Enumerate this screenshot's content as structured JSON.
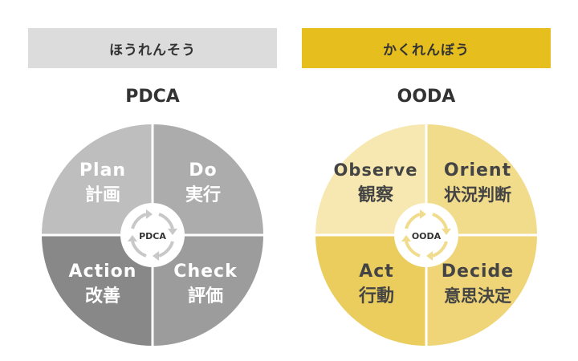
{
  "colors": {
    "banner_left": "#dcdcdc",
    "banner_right": "#e6bf1e",
    "pdca_quadrants": [
      "#bebebe",
      "#acacac",
      "#888888",
      "#9c9c9c"
    ],
    "ooda_quadrants": [
      "#f6e8b0",
      "#f1dc8c",
      "#ebcd5e",
      "#efd577"
    ],
    "center_arrow_pdca": "#c8c8c8",
    "center_arrow_ooda": "#f0dc8c",
    "quadrant_text": "#ffffff",
    "ooda_text": "#444444"
  },
  "left": {
    "banner": "ほうれんそう",
    "title": "PDCA",
    "center_label": "PDCA",
    "quadrants": [
      {
        "en": "Plan",
        "ja": "計画"
      },
      {
        "en": "Do",
        "ja": "実行"
      },
      {
        "en": "Action",
        "ja": "改善"
      },
      {
        "en": "Check",
        "ja": "評価"
      }
    ]
  },
  "right": {
    "banner": "かくれんぼう",
    "title": "OODA",
    "center_label": "OODA",
    "quadrants": [
      {
        "en": "Observe",
        "ja": "観察"
      },
      {
        "en": "Orient",
        "ja": "状況判断"
      },
      {
        "en": "Act",
        "ja": "行動"
      },
      {
        "en": "Decide",
        "ja": "意思決定"
      }
    ]
  }
}
